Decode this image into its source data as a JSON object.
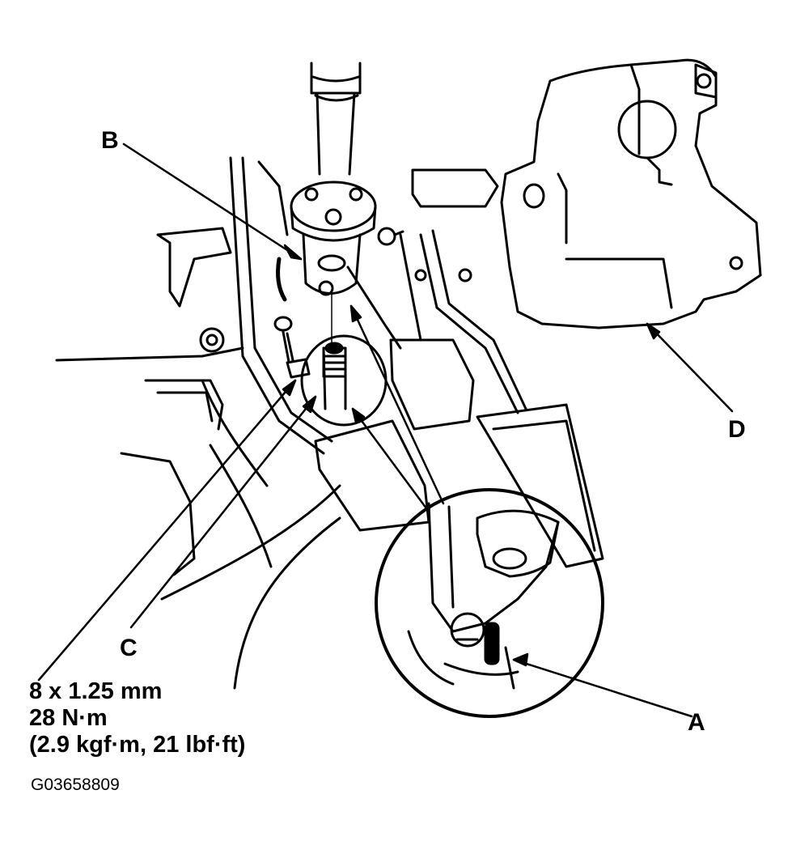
{
  "callouts": {
    "a": "A",
    "b": "B",
    "c": "C",
    "d": "D"
  },
  "spec": {
    "line1": "8 x 1.25 mm",
    "line2": "28 N·m",
    "line3": "(2.9 kgf·m, 21 lbf·ft)"
  },
  "figure_id": "G03658809",
  "colors": {
    "line": "#000000",
    "background": "#ffffff"
  }
}
